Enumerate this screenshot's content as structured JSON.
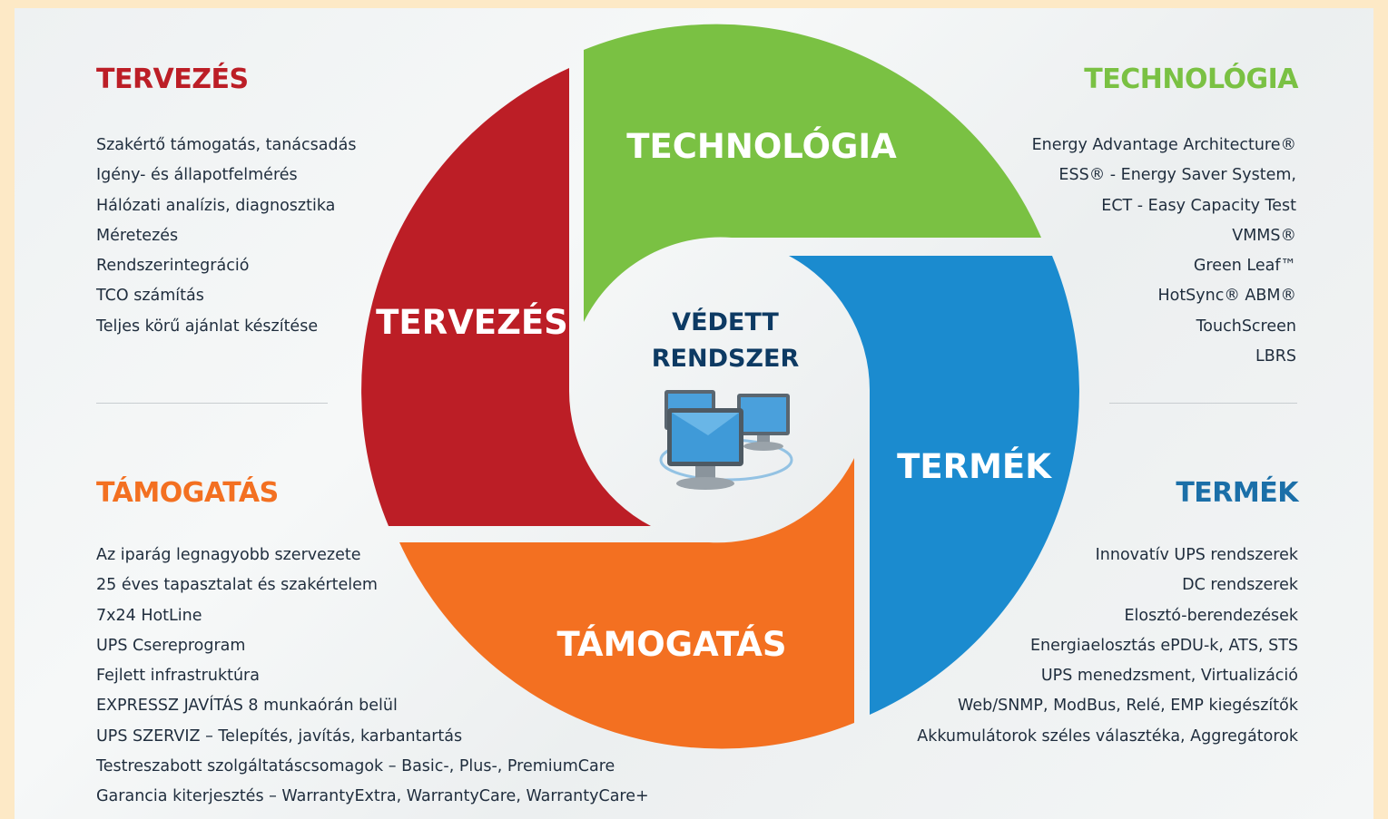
{
  "colors": {
    "tervezes": "#bc1e26",
    "technologia": "#7ac143",
    "termek": "#1b8bcf",
    "tamogatas": "#f37021",
    "center_text": "#0d3a63"
  },
  "center": {
    "title_line1": "VÉDETT",
    "title_line2": "RENDSZER",
    "icon": "networked-computers-icon"
  },
  "segments": {
    "tervezes": "TERVEZÉS",
    "technologia": "TECHNOLÓGIA",
    "termek": "TERMÉK",
    "tamogatas": "TÁMOGATÁS"
  },
  "tervezes": {
    "title": "TERVEZÉS",
    "items": [
      "Szakértő támogatás, tanácsadás",
      "Igény- és állapotfelmérés",
      "Hálózati analízis, diagnosztika",
      "Méretezés",
      "Rendszerintegráció",
      "TCO számítás",
      "Teljes körű ajánlat készítése"
    ]
  },
  "technologia": {
    "title": "TECHNOLÓGIA",
    "items": [
      "Energy Advantage Architecture®",
      "ESS®  - Energy Saver System,",
      "ECT - Easy Capacity Test",
      "VMMS®",
      "Green Leaf™",
      "HotSync®  ABM®",
      "TouchScreen",
      "LBRS"
    ]
  },
  "tamogatas": {
    "title": "TÁMOGATÁS",
    "items": [
      "Az iparág legnagyobb szervezete",
      "25 éves tapasztalat és szakértelem",
      "7x24 HotLine",
      "UPS Csereprogram",
      "Fejlett infrastruktúra",
      "EXPRESSZ JAVÍTÁS 8 munkaórán belül",
      "UPS SZERVIZ – Telepítés, javítás, karbantartás",
      "Testreszabott szolgáltatáscsomagok – Basic-, Plus-, PremiumCare",
      "Garancia kiterjesztés – WarrantyExtra, WarrantyCare, WarrantyCare+"
    ]
  },
  "termek": {
    "title": "TERMÉK",
    "items": [
      "Innovatív UPS rendszerek",
      "DC rendszerek",
      "Elosztó-berendezések",
      "Energiaelosztás ePDU-k, ATS, STS",
      "UPS menedzsment, Virtualizáció",
      "Web/SNMP, ModBus, Relé, EMP kiegészítők",
      "Akkumulátorok széles választéka, Aggregátorok"
    ]
  }
}
